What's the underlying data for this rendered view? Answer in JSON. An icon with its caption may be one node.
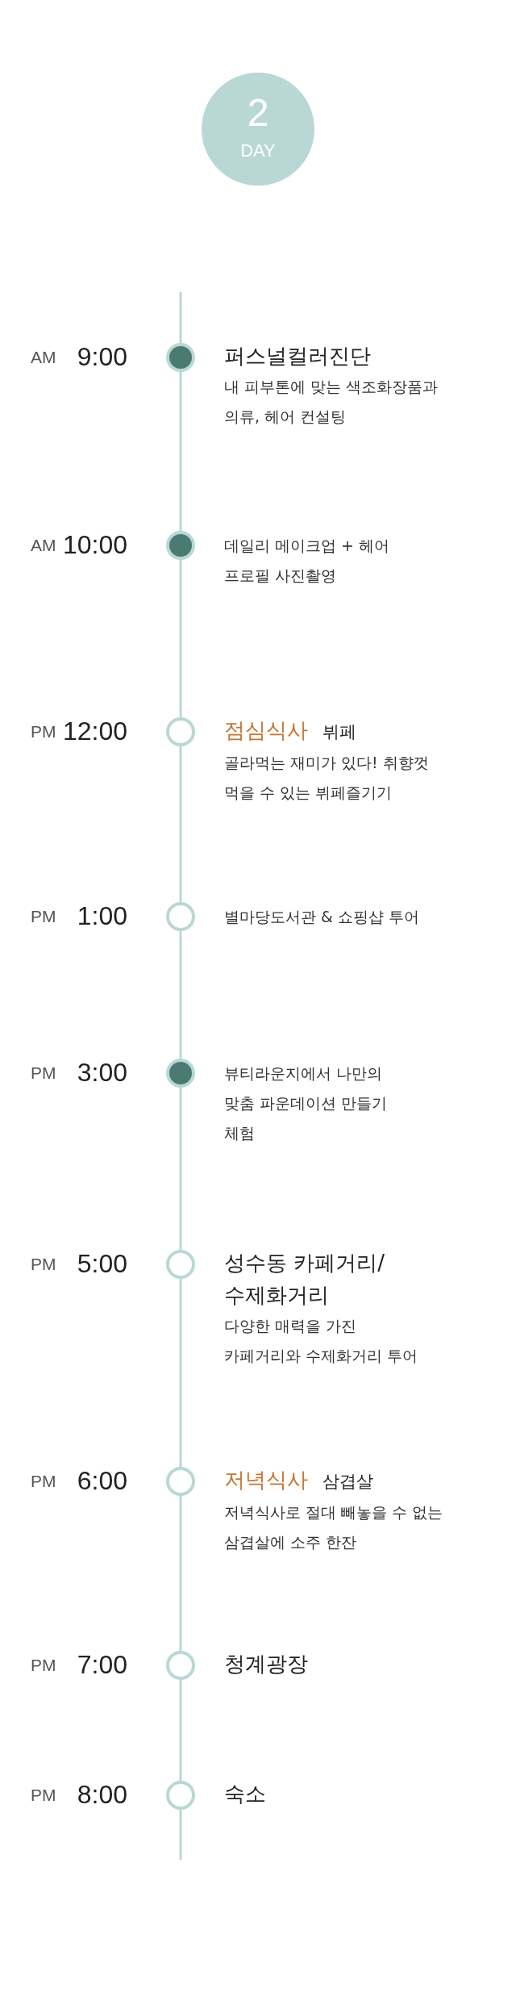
{
  "diagram": {
    "nodes": [
      {
        "text": [
          "2",
          "DAY"
        ]
      },
      {
        "text": [
          "퍼스널컬러진단",
          "내 피부톤에 맞는 색조화장품과 의류, 헤어 컨설팅"
        ],
        "beside": [
          "AM",
          "9:00"
        ]
      },
      {
        "text": [
          "데일리 메이크업 + 헤어 프로필 사진촬영"
        ],
        "beside": [
          "AM",
          "10:00"
        ]
      },
      {
        "text": [
          "점심식사",
          "뷔페",
          "골라먹는 재미가 있다! 취향껏 먹을 수 있는 뷔페즐기기"
        ],
        "beside": [
          "PM",
          "12:00"
        ]
      },
      {
        "text": [
          "별마당도서관 & 쇼핑샵 투어"
        ],
        "beside": [
          "PM",
          "1:00"
        ]
      },
      {
        "text": [
          "뷰티라운지에서 나만의 맞춤 파운데이션 만들기 체험"
        ],
        "beside": [
          "PM",
          "3:00"
        ]
      },
      {
        "text": [
          "성수동 카페거리/수제화거리",
          "다양한 매력을 가진 카페거리와 수제화거리 투어"
        ],
        "beside": [
          "PM",
          "5:00"
        ]
      },
      {
        "text": [
          "저녁식사",
          "삼겹살",
          "저녁식사로 절대 빼놓을 수 없는 삼겹살에 소주 한잔"
        ],
        "beside": [
          "PM",
          "6:00"
        ]
      },
      {
        "text": [
          "청계광장"
        ],
        "beside": [
          "PM",
          "7:00"
        ]
      },
      {
        "text": [
          "숙소"
        ],
        "beside": [
          "PM",
          "8:00"
        ]
      }
    ],
    "edges": [
      {
        "from": null,
        "to": 1,
        "arrow": "none"
      },
      {
        "from": 1,
        "to": 2,
        "arrow": "none"
      },
      {
        "from": 2,
        "to": 3,
        "arrow": "none"
      },
      {
        "from": 3,
        "to": 4,
        "arrow": "none"
      },
      {
        "from": 4,
        "to": 5,
        "arrow": "none"
      },
      {
        "from": 5,
        "to": 6,
        "arrow": "none"
      },
      {
        "from": 6,
        "to": 7,
        "arrow": "none"
      },
      {
        "from": 7,
        "to": 8,
        "arrow": "none"
      },
      {
        "from": 8,
        "to": 9,
        "arrow": "none"
      },
      {
        "from": 9,
        "to": null,
        "arrow": "none"
      }
    ]
  }
}
